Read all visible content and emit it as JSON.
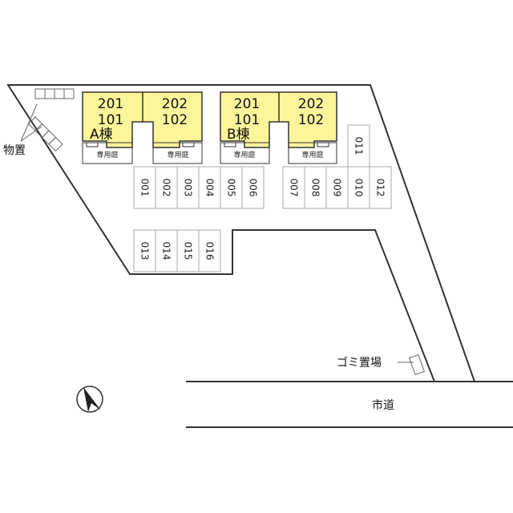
{
  "building_a": {
    "left_unit": {
      "upper": "201",
      "lower": "101"
    },
    "right_unit": {
      "upper": "202",
      "lower": "102"
    },
    "name": "A棟",
    "garden_left": "専用庭",
    "garden_right": "専用庭"
  },
  "building_b": {
    "left_unit": {
      "upper": "201",
      "lower": "101"
    },
    "right_unit": {
      "upper": "202",
      "lower": "102"
    },
    "name": "B棟",
    "garden_left": "専用庭",
    "garden_right": "専用庭"
  },
  "parking_row1_left": [
    "001",
    "002",
    "003",
    "004",
    "005",
    "006"
  ],
  "parking_row1_right": [
    "007",
    "008",
    "009",
    "010",
    "012"
  ],
  "parking_top": "011",
  "parking_row2": [
    "013",
    "014",
    "015",
    "016"
  ],
  "labels": {
    "storage": "物置",
    "garbage": "ゴミ置場",
    "road": "市道"
  },
  "colors": {
    "building_fill": "#fdf59a",
    "line": "#333333",
    "slot_line": "#aaaaaa"
  },
  "icons": {
    "compass": "north-arrow-icon"
  }
}
